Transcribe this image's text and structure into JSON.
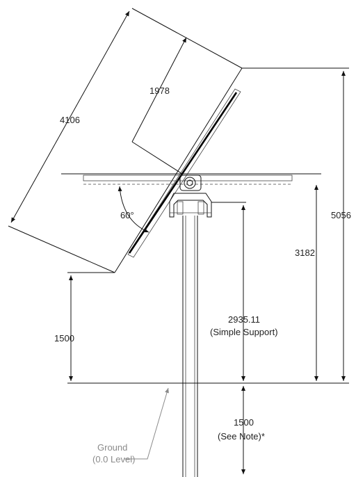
{
  "dimensions": {
    "panel_length": "4106",
    "panel_half_offset": "1978",
    "tilt_angle": "60°",
    "total_height": "5056",
    "pivot_height": "3182",
    "support_height_value": "2935.11",
    "support_height_note": "(Simple Support)",
    "ground_clearance": "1500",
    "embedment_value": "1500",
    "embedment_note": "(See Note)*"
  },
  "ground": {
    "label": "Ground",
    "level": "(0.0 Level)"
  },
  "colors": {
    "line": "#111111",
    "annotation_grey": "#8a8a8a",
    "background": "#ffffff"
  }
}
